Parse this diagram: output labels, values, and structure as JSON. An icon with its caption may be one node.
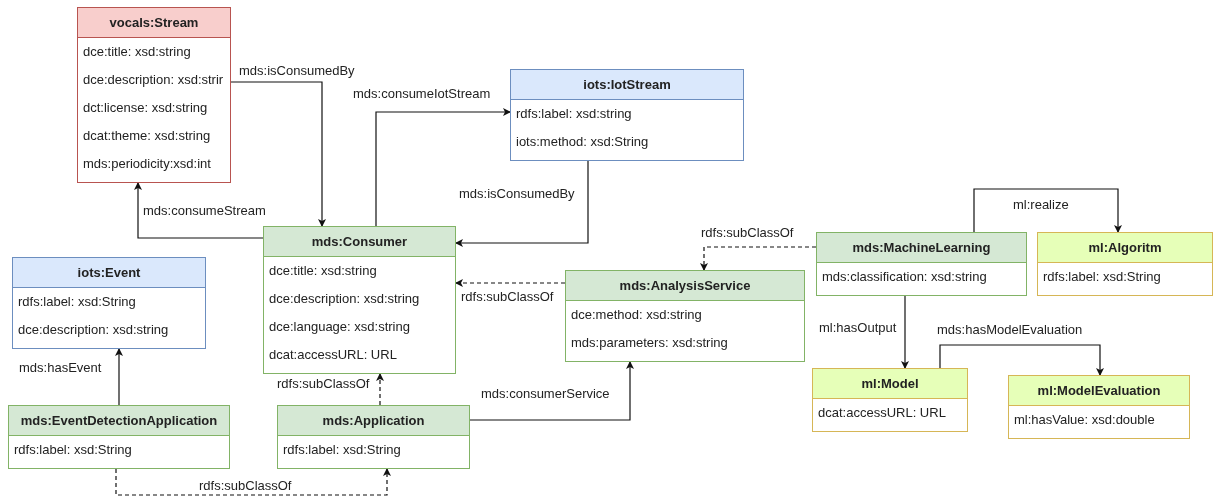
{
  "diagram": {
    "nodes": [
      {
        "text": [
          "vocals:Stream",
          "dce:title: xsd:string",
          "dce:description: xsd:strir",
          "dct:license: xsd:string",
          "dcat:theme: xsd:string",
          "mds:periodicity:xsd:int"
        ]
      },
      {
        "text": [
          "iots:IotStream",
          "rdfs:label: xsd:string",
          "iots:method: xsd:String"
        ]
      },
      {
        "text": [
          "mds:Consumer",
          "dce:title: xsd:string",
          "dce:description: xsd:string",
          "dce:language: xsd:string",
          "dcat:accessURL: URL"
        ]
      },
      {
        "text": [
          "iots:Event",
          "rdfs:label: xsd:String",
          "dce:description: xsd:string"
        ]
      },
      {
        "text": [
          "mds:AnalysisService",
          "dce:method: xsd:string",
          "mds:parameters: xsd:string"
        ]
      },
      {
        "text": [
          "mds:MachineLearning",
          "mds:classification: xsd:string"
        ]
      },
      {
        "text": [
          "ml:Algoritm",
          "rdfs:label: xsd:String"
        ]
      },
      {
        "text": [
          "ml:Model",
          "dcat:accessURL: URL"
        ]
      },
      {
        "text": [
          "ml:ModelEvaluation",
          "ml:hasValue: xsd:double"
        ]
      },
      {
        "text": [
          "mds:EventDetectionApplication",
          "rdfs:label: xsd:String"
        ]
      },
      {
        "text": [
          "mds:Application",
          "rdfs:label: xsd:String"
        ]
      }
    ],
    "edges": [
      {
        "from": 0,
        "to": 2,
        "arrow": "to",
        "label": "mds:isConsumedBy"
      },
      {
        "from": 2,
        "to": 0,
        "arrow": "to",
        "label": "mds:consumeStream"
      },
      {
        "from": 2,
        "to": 1,
        "arrow": "to",
        "label": "mds:consumeIotStream"
      },
      {
        "from": 1,
        "to": 2,
        "arrow": "to",
        "label": "mds:isConsumedBy"
      },
      {
        "from": 5,
        "to": 4,
        "arrow": "to",
        "label": "rdfs:subClassOf",
        "style": "dashed"
      },
      {
        "from": 4,
        "to": 2,
        "arrow": "to",
        "label": "rdfs:subClassOf",
        "style": "dashed"
      },
      {
        "from": 10,
        "to": 2,
        "arrow": "to",
        "label": "rdfs:subClassOf",
        "style": "dashed"
      },
      {
        "from": 10,
        "to": 4,
        "arrow": "to",
        "label": "mds:consumerService"
      },
      {
        "from": 9,
        "to": 3,
        "arrow": "to",
        "label": "mds:hasEvent"
      },
      {
        "from": 9,
        "to": 10,
        "arrow": "to",
        "label": "rdfs:subClassOf",
        "style": "dashed"
      },
      {
        "from": 5,
        "to": 6,
        "arrow": "to",
        "label": "ml:realize"
      },
      {
        "from": 5,
        "to": 7,
        "arrow": "to",
        "label": "ml:hasOutput"
      },
      {
        "from": 7,
        "to": 8,
        "arrow": "to",
        "label": "mds:hasModelEvaluation"
      }
    ]
  }
}
